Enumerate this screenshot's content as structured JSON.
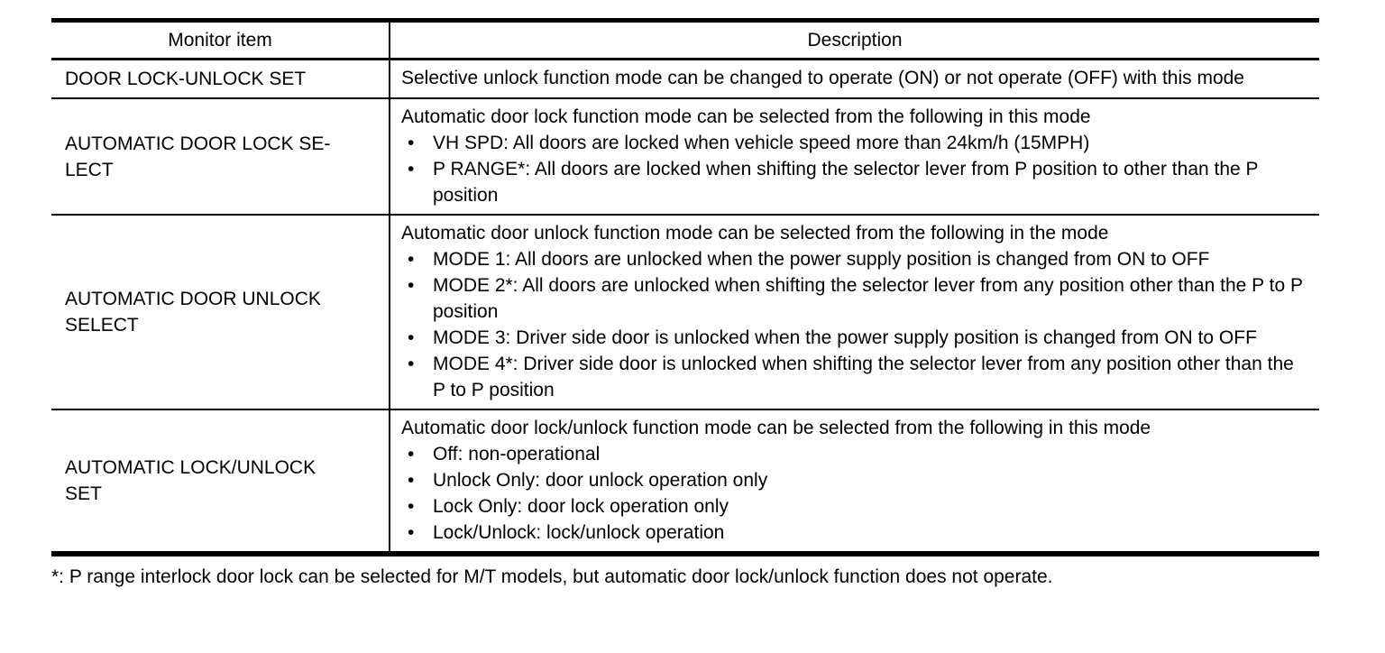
{
  "colors": {
    "background": "#ffffff",
    "text": "#000000",
    "border": "#000000"
  },
  "table": {
    "headers": {
      "monitor_item": "Monitor item",
      "description": "Description"
    },
    "rows": [
      {
        "item": "DOOR LOCK-UNLOCK SET",
        "intro": "Selective unlock function mode can be changed to operate (ON) or not operate (OFF) with this mode",
        "bullets": []
      },
      {
        "item": "AUTOMATIC DOOR LOCK SE-\nLECT",
        "intro": "Automatic door lock function mode can be selected from the following in this mode",
        "bullets": [
          "VH SPD: All doors are locked when vehicle speed more than 24km/h (15MPH)",
          "P RANGE*: All doors are locked when shifting the selector lever from P position to other than the P position"
        ]
      },
      {
        "item": "AUTOMATIC DOOR UNLOCK\nSELECT",
        "intro": "Automatic door unlock function mode can be selected from the following in the mode",
        "bullets": [
          "MODE 1: All doors are unlocked when the power supply position is changed from ON to OFF",
          "MODE 2*: All doors are unlocked when shifting the selector lever from any position other than the P to P position",
          "MODE 3: Driver side door is unlocked when the power supply position is changed from ON to OFF",
          "MODE 4*: Driver side door is unlocked when shifting the selector lever from any position other than the P to P position"
        ]
      },
      {
        "item": "AUTOMATIC LOCK/UNLOCK\nSET",
        "intro": "Automatic door lock/unlock function mode can be selected from the following in this mode",
        "bullets": [
          "Off: non-operational",
          "Unlock Only: door unlock operation only",
          "Lock Only: door lock operation only",
          "Lock/Unlock: lock/unlock operation"
        ]
      }
    ],
    "footnote": "*: P range interlock door lock can be selected for M/T models, but automatic door lock/unlock function does not operate."
  }
}
